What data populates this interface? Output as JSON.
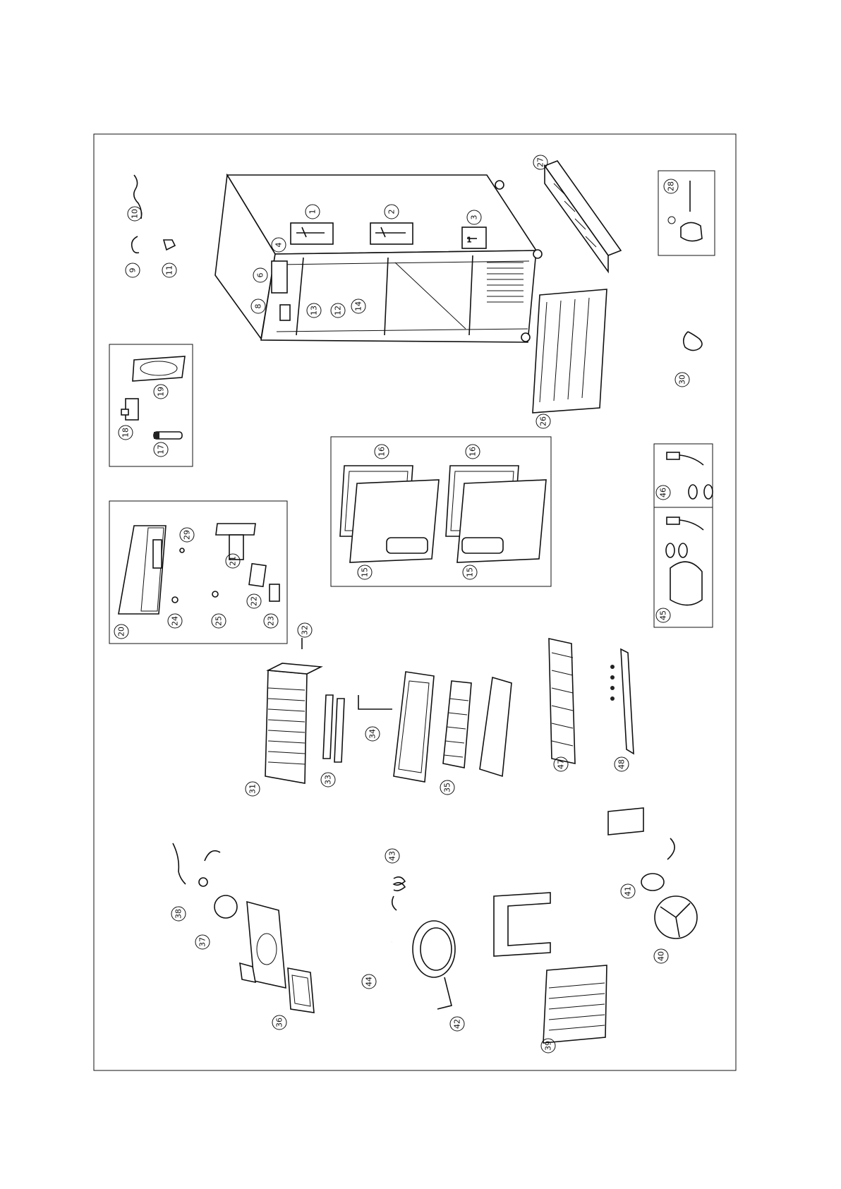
{
  "diagram": {
    "type": "exploded-view",
    "callouts": [
      {
        "id": "c10",
        "label": "10"
      },
      {
        "id": "c9",
        "label": "9"
      },
      {
        "id": "c11",
        "label": "11"
      },
      {
        "id": "c1",
        "label": "1"
      },
      {
        "id": "c2",
        "label": "2"
      },
      {
        "id": "c3",
        "label": "3"
      },
      {
        "id": "c4",
        "label": "4"
      },
      {
        "id": "c6",
        "label": "6"
      },
      {
        "id": "c8",
        "label": "8"
      },
      {
        "id": "c13",
        "label": "13"
      },
      {
        "id": "c12",
        "label": "12"
      },
      {
        "id": "c14",
        "label": "14"
      },
      {
        "id": "c27",
        "label": "27"
      },
      {
        "id": "c26",
        "label": "26"
      },
      {
        "id": "c30",
        "label": "30"
      },
      {
        "id": "c28",
        "label": "28"
      },
      {
        "id": "c19",
        "label": "19"
      },
      {
        "id": "c18",
        "label": "18"
      },
      {
        "id": "c17",
        "label": "17"
      },
      {
        "id": "c16a",
        "label": "16"
      },
      {
        "id": "c16b",
        "label": "16"
      },
      {
        "id": "c15a",
        "label": "15"
      },
      {
        "id": "c15b",
        "label": "15"
      },
      {
        "id": "c46",
        "label": "46"
      },
      {
        "id": "c45",
        "label": "45"
      },
      {
        "id": "c29",
        "label": "29"
      },
      {
        "id": "c21",
        "label": "21"
      },
      {
        "id": "c22",
        "label": "22"
      },
      {
        "id": "c20",
        "label": "20"
      },
      {
        "id": "c24",
        "label": "24"
      },
      {
        "id": "c25",
        "label": "25"
      },
      {
        "id": "c23",
        "label": "23"
      },
      {
        "id": "c32",
        "label": "32"
      },
      {
        "id": "c31",
        "label": "31"
      },
      {
        "id": "c33",
        "label": "33"
      },
      {
        "id": "c34",
        "label": "34"
      },
      {
        "id": "c35",
        "label": "35"
      },
      {
        "id": "c47",
        "label": "47"
      },
      {
        "id": "c48",
        "label": "48"
      },
      {
        "id": "c41",
        "label": "41"
      },
      {
        "id": "c40",
        "label": "40"
      },
      {
        "id": "c43",
        "label": "43"
      },
      {
        "id": "c38",
        "label": "38"
      },
      {
        "id": "c37",
        "label": "37"
      },
      {
        "id": "c36",
        "label": "36"
      },
      {
        "id": "c44",
        "label": "44"
      },
      {
        "id": "c42",
        "label": "42"
      },
      {
        "id": "c39",
        "label": "39"
      }
    ]
  }
}
